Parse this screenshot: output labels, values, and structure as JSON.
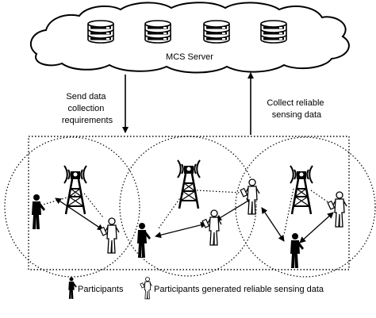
{
  "server": {
    "label": "MCS Server",
    "db_count": 4
  },
  "arrows": {
    "send": {
      "lines": [
        "Send data",
        "collection",
        "requirements"
      ]
    },
    "collect": {
      "lines": [
        "Collect reliable",
        "sensing data"
      ]
    }
  },
  "legend": {
    "participants": "Participants",
    "reliable": "Participants generated reliable sensing data"
  },
  "icons": {
    "cloud": "cloud-icon",
    "database": "database-icon",
    "tower": "cell-tower-icon",
    "person": "person-icon",
    "person_reliable": "person-with-phone-icon"
  },
  "colors": {
    "ink": "#000000",
    "background": "#ffffff",
    "white_fill": "#ffffff"
  }
}
